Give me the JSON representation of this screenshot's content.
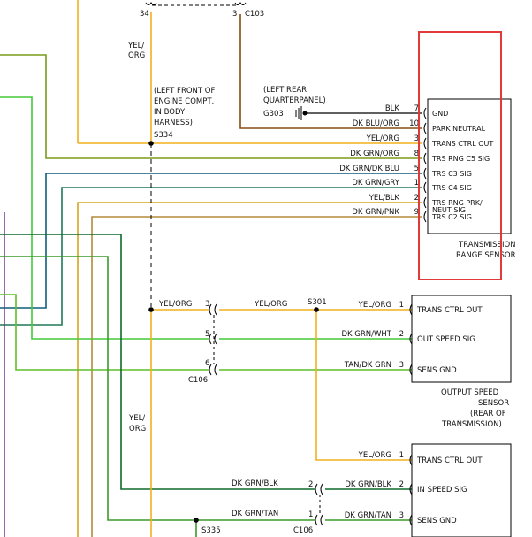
{
  "colors": {
    "yel_org": "#f2b01e",
    "blk": "#000000",
    "dk_blu_org": "#8a4a12",
    "dk_grn_org": "#7a9a1a",
    "dk_grn_dk_blu": "#0f5f7a",
    "dk_grn_gry": "#1f7a57",
    "yel_blk": "#d4a520",
    "dk_grn_pnk": "#b58a3a",
    "dk_grn_wht": "#44c83a",
    "tan_dk_grn": "#5fbf2a",
    "dk_grn_blk": "#0f6a2a",
    "dk_grn_tan": "#3a9a2a",
    "highlight_box": "#e03a3a",
    "purple": "#6a2a8a"
  },
  "top": {
    "pin_34": "34",
    "pin_3": "3",
    "conn_c103": "C103",
    "wire_left_label_1": "YEL/",
    "wire_left_label_2": "ORG"
  },
  "splice_s334": {
    "note_1": "(LEFT FRONT OF",
    "note_2": "ENGINE COMPT,",
    "note_3": "IN BODY",
    "note_4": "HARNESS)",
    "id": "S334"
  },
  "ground_g303": {
    "note_1": "(LEFT REAR",
    "note_2": "QUARTERPANEL)",
    "id": "G303"
  },
  "trs": {
    "wires": [
      {
        "color": "BLK",
        "pin": "7",
        "name": "GND"
      },
      {
        "color": "DK BLU/ORG",
        "pin": "10",
        "name": "PARK NEUTRAL"
      },
      {
        "color": "YEL/ORG",
        "pin": "3",
        "name": "TRANS CTRL OUT"
      },
      {
        "color": "DK GRN/ORG",
        "pin": "8",
        "name": "TRS RNG C5 SIG"
      },
      {
        "color": "DK GRN/DK BLU",
        "pin": "5",
        "name": "TRS C3 SIG"
      },
      {
        "color": "DK GRN/GRY",
        "pin": "1",
        "name": "TRS C4 SIG"
      },
      {
        "color": "YEL/BLK",
        "pin": "2",
        "name": "TRS RNG PRK/"
      },
      {
        "color": "DK GRN/PNK",
        "pin": "9",
        "name": "TRS C2 SIG"
      }
    ],
    "name_cont": "NEUT SIG",
    "caption_1": "TRANSMISSION",
    "caption_2": "RANGE SENSOR"
  },
  "c106": {
    "id": "C106",
    "pin_3": "3",
    "pin_5": "5",
    "pin_6": "6",
    "wire_yel_org": "YEL/ORG"
  },
  "s301": {
    "id": "S301",
    "wire_yel_org": "YEL/ORG"
  },
  "oss": {
    "wires": [
      {
        "color": "YEL/ORG",
        "pin": "1",
        "name": "TRANS CTRL OUT"
      },
      {
        "color": "DK GRN/WHT",
        "pin": "2",
        "name": "OUT SPEED SIG"
      },
      {
        "color": "TAN/DK GRN",
        "pin": "3",
        "name": "SENS GND"
      }
    ],
    "caption_1": "OUTPUT SPEED",
    "caption_2": "SENSOR",
    "caption_3": "(REAR OF",
    "caption_4": "TRANSMISSION)"
  },
  "mid_left_label_1": "YEL/",
  "mid_left_label_2": "ORG",
  "iss": {
    "wires": [
      {
        "color": "YEL/ORG",
        "pin": "1",
        "name": "TRANS CTRL OUT"
      },
      {
        "color": "DK GRN/BLK",
        "pin": "2",
        "name": "IN SPEED SIG"
      },
      {
        "color": "DK GRN/TAN",
        "pin": "3",
        "name": "SENS GND"
      }
    ],
    "pin_c106_2": "2",
    "pin_c106_1": "1",
    "left_wire_blk": "DK GRN/BLK",
    "left_wire_tan": "DK GRN/TAN",
    "conn_c106": "C106",
    "splice_s335": "S335"
  }
}
